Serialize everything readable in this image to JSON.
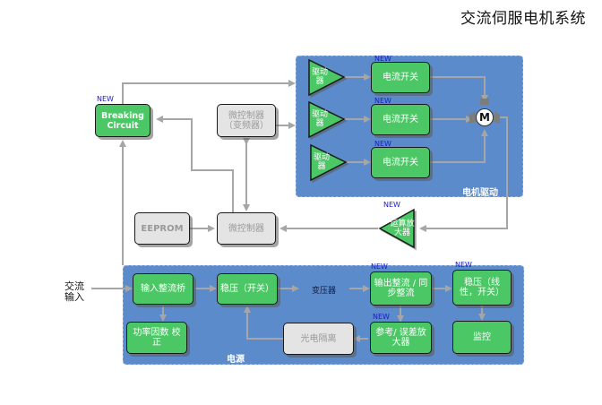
{
  "title": "交流伺服电机系统",
  "new_badge": "NEW",
  "groups": {
    "motor_drive": {
      "label": "电机驱动"
    },
    "power_supply": {
      "label": "电源"
    }
  },
  "blocks": {
    "breaking_circuit": {
      "label": "Breaking Circuit",
      "color": "#4cc766",
      "is_new": true
    },
    "mcu_vfd": {
      "label": "微控制器（变频器）",
      "color": "#e4e4e4"
    },
    "eeprom": {
      "label": "EEPROM",
      "color": "#e4e4e4"
    },
    "mcu": {
      "label": "微控制器",
      "color": "#e4e4e4"
    },
    "drivers": [
      {
        "label": "驱动器"
      },
      {
        "label": "驱动器"
      },
      {
        "label": "驱动器"
      }
    ],
    "current_switches": [
      {
        "label": "电流开关",
        "is_new": true
      },
      {
        "label": "电流开关",
        "is_new": true
      },
      {
        "label": "电流开关",
        "is_new": true
      }
    ],
    "motor": {
      "label": "M"
    },
    "op_amp": {
      "label": "运算放大器",
      "is_new": true
    },
    "input_rectifier": {
      "label": "输入整流桥"
    },
    "pfc": {
      "label": "功率因数 校正"
    },
    "regulator_switch": {
      "label": "稳压（开关）"
    },
    "transformer": {
      "label": "变压器"
    },
    "output_rectifier": {
      "label": "输出整流 / 同步整流",
      "is_new": true
    },
    "regulator_linear": {
      "label": "稳压（线性，开关）",
      "is_new": true
    },
    "reference_amp": {
      "label": "参考/ 误差放大器",
      "is_new": true
    },
    "optocoupler": {
      "label": "光电隔离",
      "color": "#e4e4e4"
    },
    "monitor": {
      "label": "监控"
    }
  },
  "ac_input": {
    "label_line1": "交流",
    "label_line2": "输入"
  },
  "colors": {
    "group_blue": "#5b8bcb",
    "block_green": "#4cc766",
    "block_grey": "#e4e4e4",
    "wire_grey": "#a6a6a6",
    "new_blue": "#1a1acc"
  }
}
